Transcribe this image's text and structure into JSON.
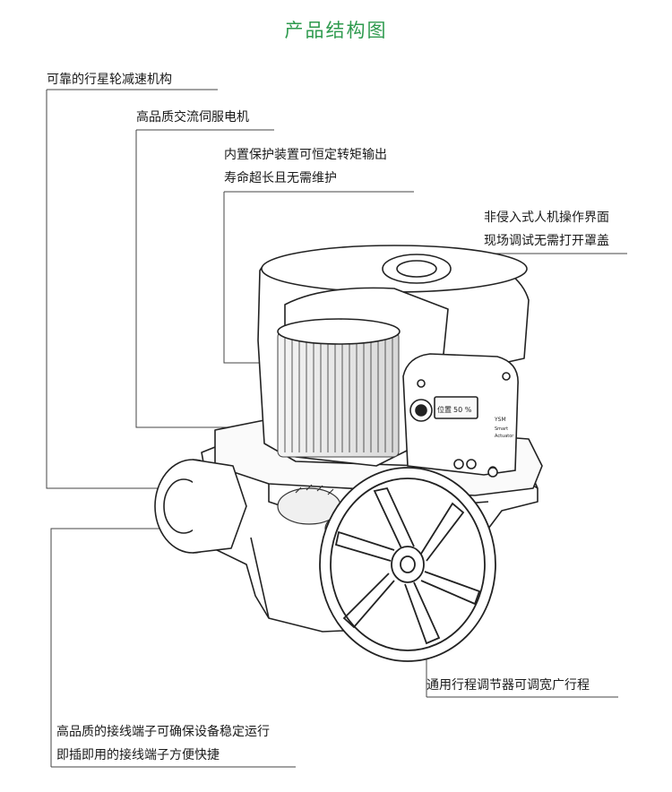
{
  "title": "产品结构图",
  "labels": {
    "gearbox": "可靠的行星轮减速机构",
    "motor": "高品质交流伺服电机",
    "protection_1": "内置保护装置可恒定转矩输出",
    "protection_2": "寿命超长且无需维护",
    "hmi_1": "非侵入式人机操作界面",
    "hmi_2": "现场调试无需打开罩盖",
    "stroke": "通用行程调节器可调宽广行程",
    "terminal_1": "高品质的接线端子可确保设备稳定运行",
    "terminal_2": "即插即用的接线端子方便快捷"
  },
  "display": {
    "screen_text": "位置",
    "screen_value": "50 %",
    "brand_text": "YSM",
    "sub_text_1": "Smart",
    "sub_text_2": "Actuator"
  },
  "colors": {
    "title": "#2e9a4e",
    "line": "#444444",
    "accent_green": "#2e9a4e"
  }
}
